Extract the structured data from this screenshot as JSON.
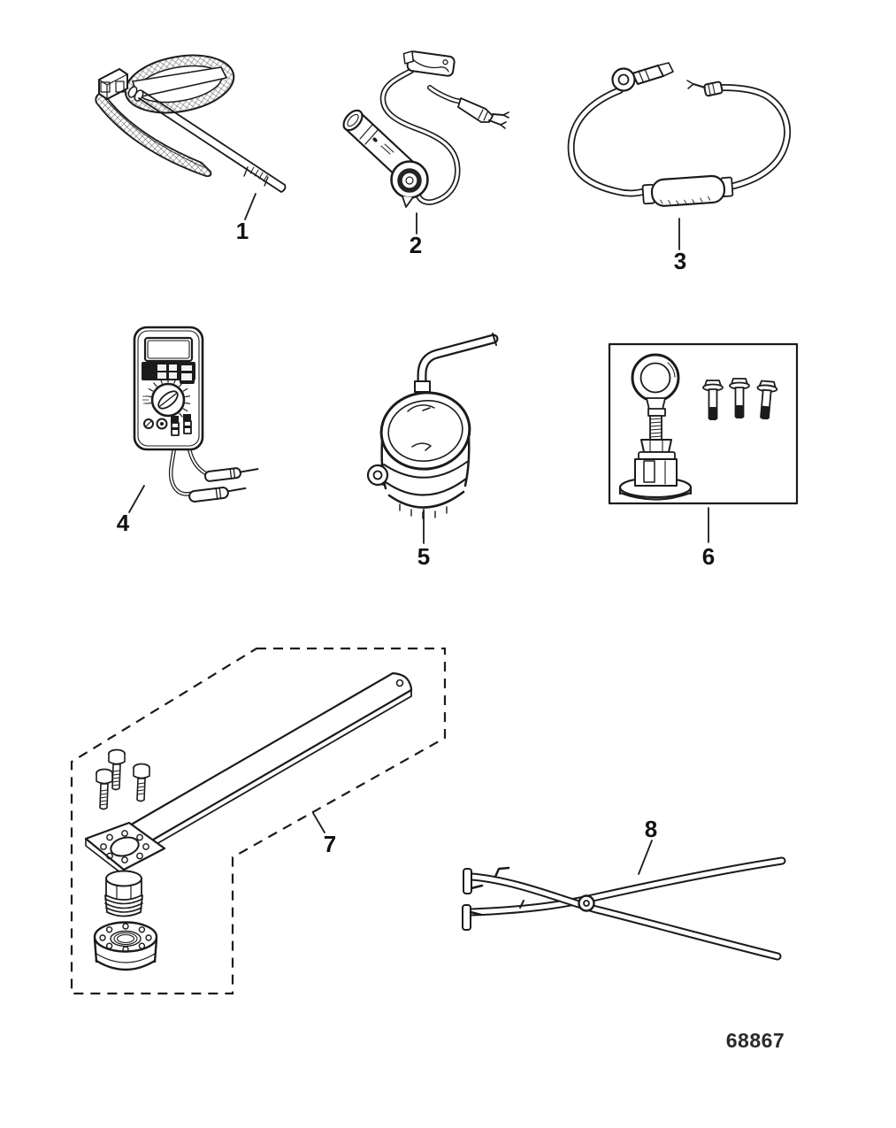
{
  "diagram": {
    "type": "exploded-tools-parts-line-diagram",
    "background": "#ffffff",
    "line_color": "#1b1b1b",
    "drawing_number": "68867",
    "callouts": [
      {
        "number": "1",
        "part": "braided-mesh-sleeve-probe-tool"
      },
      {
        "number": "2",
        "part": "test-light-with-clip-and-connector-lead"
      },
      {
        "number": "3",
        "part": "fused-wire-assembly-with-ring-terminal"
      },
      {
        "number": "4",
        "part": "digital-multimeter-with-test-leads"
      },
      {
        "number": "5",
        "part": "round-canister-with-bent-tube"
      },
      {
        "number": "6",
        "part": "lifting-eye-bolt-kit-in-box"
      },
      {
        "number": "7",
        "part": "flywheel-holding-tool-kit-dashed-group"
      },
      {
        "number": "8",
        "part": "snap-ring-pliers"
      }
    ]
  }
}
